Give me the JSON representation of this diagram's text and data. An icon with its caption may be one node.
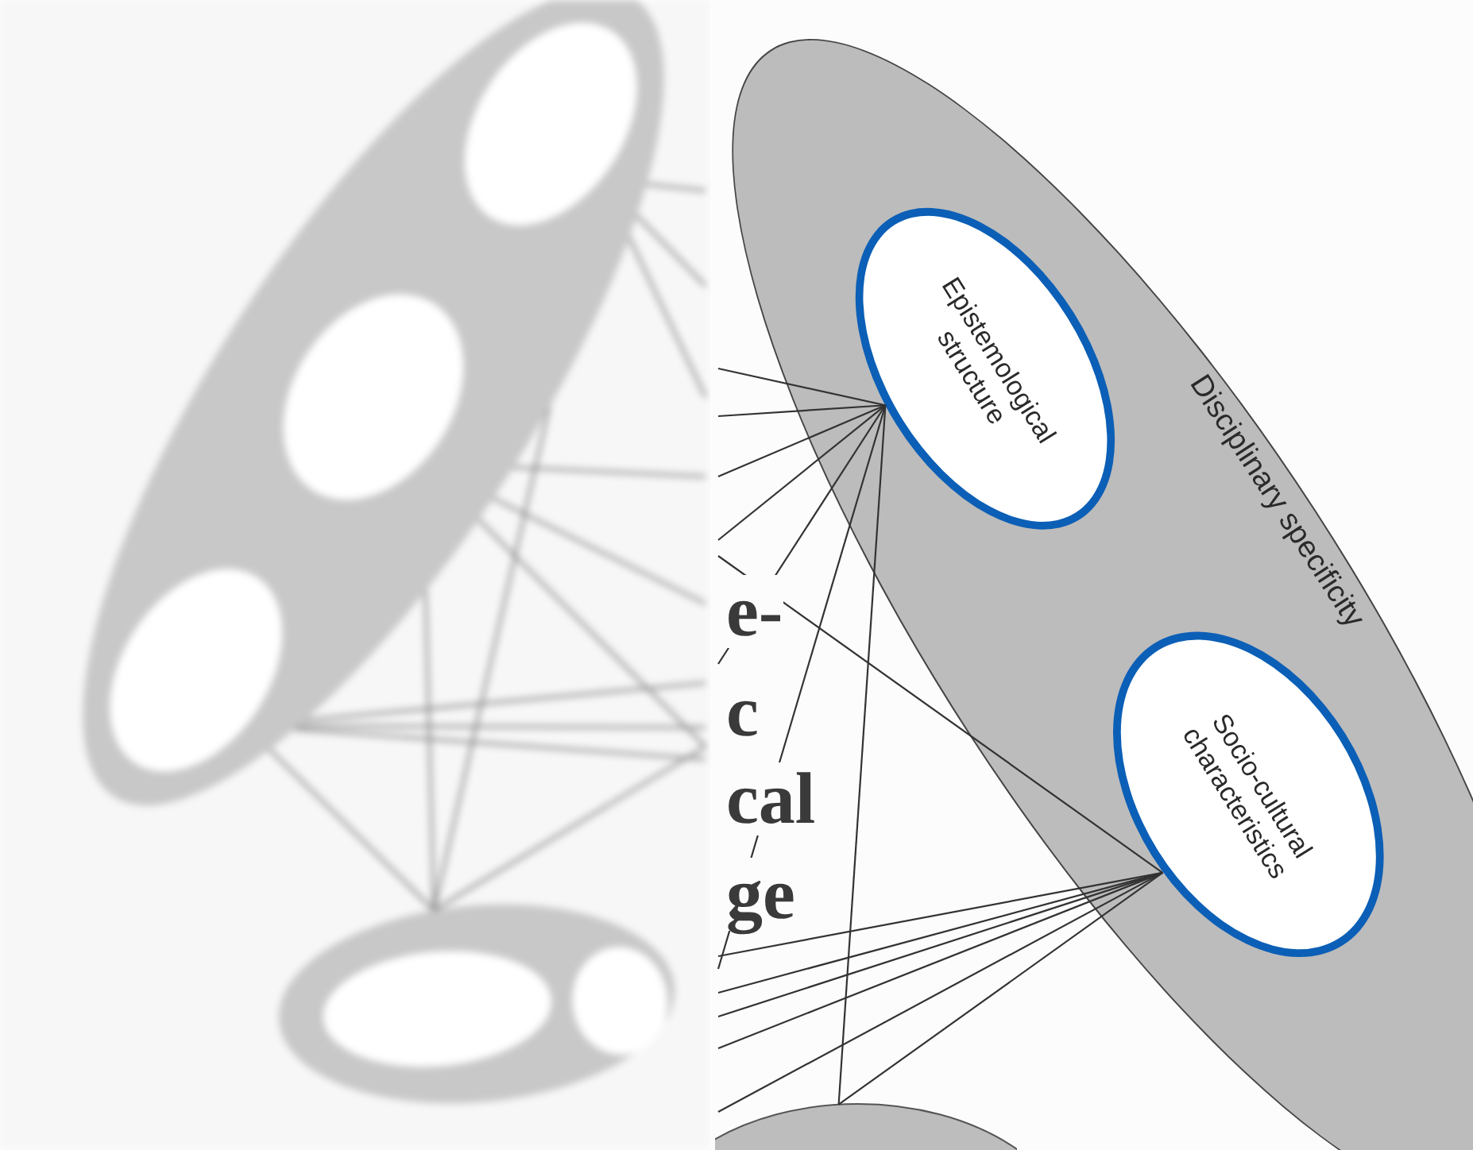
{
  "diagram": {
    "nodes": [
      {
        "text": [
          "Disciplinary specificity"
        ]
      },
      {
        "text": [
          "Epistemological structure"
        ],
        "in": 0
      },
      {
        "text": [
          "Socio-cultural characteristics"
        ],
        "in": 0
      },
      {
        "text": [],
        "shape": "ellipse"
      },
      {
        "text": [],
        "shape": "ellipse",
        "in": 3
      },
      {
        "text": [],
        "shape": "ellipse",
        "in": 3
      },
      {
        "text": [],
        "shape": "ellipse",
        "in": 3
      },
      {
        "text": [],
        "shape": "ellipse"
      },
      {
        "text": [],
        "shape": "ellipse",
        "in": 7
      },
      {
        "text": [],
        "shape": "ellipse",
        "in": 7
      },
      {
        "text": [],
        "shape": "ellipse"
      }
    ],
    "edges": [
      {
        "from": 1,
        "to": null,
        "arrow": "none"
      },
      {
        "from": 1,
        "to": null,
        "arrow": "none"
      },
      {
        "from": 1,
        "to": null,
        "arrow": "none"
      },
      {
        "from": 1,
        "to": null,
        "arrow": "none"
      },
      {
        "from": 1,
        "to": null,
        "arrow": "none"
      },
      {
        "from": 1,
        "to": null,
        "arrow": "none"
      },
      {
        "from": 1,
        "to": 10,
        "arrow": "none"
      },
      {
        "from": 2,
        "to": null,
        "arrow": "none"
      },
      {
        "from": 2,
        "to": null,
        "arrow": "none"
      },
      {
        "from": 2,
        "to": null,
        "arrow": "none"
      },
      {
        "from": 2,
        "to": null,
        "arrow": "none"
      },
      {
        "from": 2,
        "to": null,
        "arrow": "none"
      },
      {
        "from": 2,
        "to": null,
        "arrow": "none"
      },
      {
        "from": 2,
        "to": 10,
        "arrow": "none"
      },
      {
        "from": 4,
        "to": null,
        "arrow": "none"
      },
      {
        "from": 4,
        "to": null,
        "arrow": "none"
      },
      {
        "from": 4,
        "to": null,
        "arrow": "none"
      },
      {
        "from": 5,
        "to": null,
        "arrow": "none"
      },
      {
        "from": 5,
        "to": null,
        "arrow": "none"
      },
      {
        "from": 5,
        "to": null,
        "arrow": "none"
      },
      {
        "from": 6,
        "to": null,
        "arrow": "none"
      },
      {
        "from": 6,
        "to": null,
        "arrow": "none"
      },
      {
        "from": 6,
        "to": null,
        "arrow": "none"
      },
      {
        "from": 7,
        "to": 4,
        "arrow": "none"
      },
      {
        "from": 7,
        "to": 5,
        "arrow": "none"
      },
      {
        "from": 7,
        "to": 6,
        "arrow": "none"
      },
      {
        "from": 7,
        "to": null,
        "arrow": "none"
      }
    ],
    "labels": [
      "e-",
      "c",
      "cal",
      "ge"
    ]
  }
}
